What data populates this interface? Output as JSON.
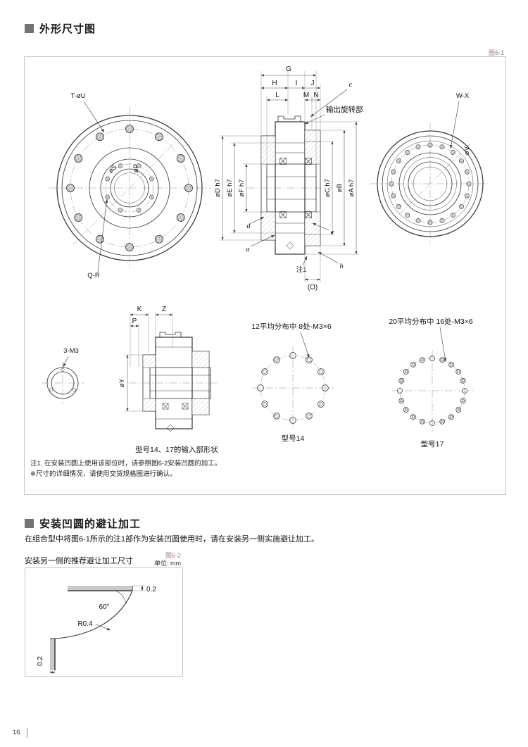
{
  "page": {
    "number": "16"
  },
  "colors": {
    "line": "#3a3a3a",
    "band_gray": "#c9c9c9",
    "hatch_gray": "#7a7a7a"
  },
  "section1": {
    "title": "外形尺寸图",
    "figure_label": "图6-1",
    "front_view": {
      "bolt_label": "T-øU",
      "qr_label": "Q-R",
      "s_label": "øS",
      "p_label": "øP"
    },
    "section_view": {
      "dim_g": "G",
      "dim_h": "H",
      "dim_i": "I",
      "dim_j": "J",
      "dim_l": "L",
      "dim_m": "M",
      "dim_n": "N",
      "dim_o": "(O)",
      "ref_a": "a",
      "ref_b": "b",
      "ref_c": "c",
      "ref_d": "d",
      "ref_e": "e",
      "note_ref": "注1",
      "output_label": "输出旋转部",
      "dia_left": [
        "øD h7",
        "øE h7",
        "øF h7"
      ],
      "dia_right": [
        "øC h7",
        "øB",
        "øA h7"
      ]
    },
    "rear_view": {
      "wx_label": "W-X",
      "v_label": "øV"
    },
    "input_view": {
      "dim_k": "K",
      "dim_z": "Z",
      "dim_p": "P",
      "y_label": "øY",
      "m3_label": "3-M3",
      "caption": "型号14、17的输入部形状"
    },
    "bolt14": {
      "heading": "12平均分布中 8处-M3×6",
      "caption": "型号14"
    },
    "bolt17": {
      "heading": "20平均分布中 16处-M3×6",
      "caption": "型号17"
    },
    "notes": [
      "注1. 在安装凹圆上使用该部位时，请参照图6-2安装凹圆的加工。",
      "※尺寸的详细情况，请使用交货规格图进行确认。"
    ]
  },
  "section2": {
    "title": "安装凹圆的避让加工",
    "body": "在组合型中将图6-1所示的注1部作为安装凹圆使用时，请在安装另一侧实施避让加工。",
    "caption": "安装另一侧的推荐避让加工尺寸",
    "figure_label": "图6-2",
    "unit": "单位: mm",
    "dims": {
      "angle": "60°",
      "radius": "R0.4",
      "offset_top": "0.2",
      "offset_left": "0.2"
    }
  }
}
